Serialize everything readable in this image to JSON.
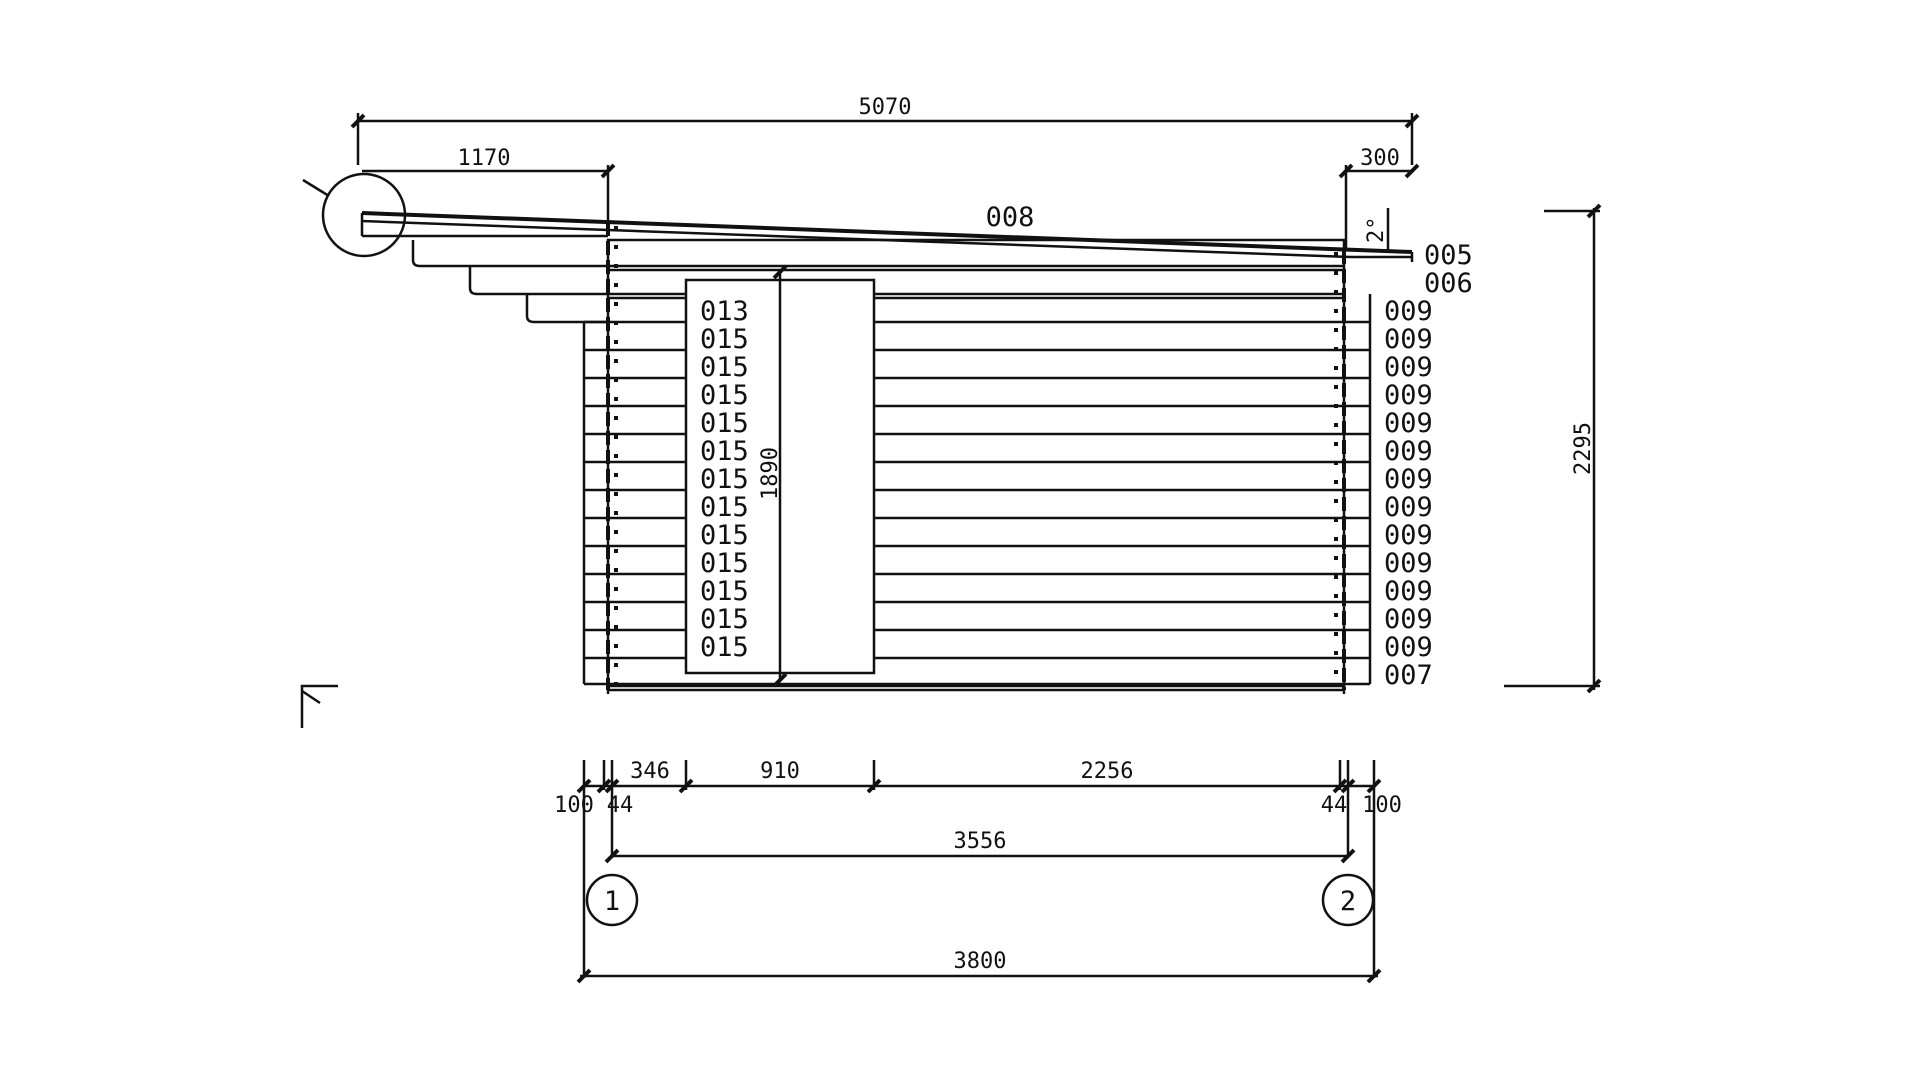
{
  "dimensions": {
    "overall_roof": "5070",
    "left_overhang": "1170",
    "right_overhang": "300",
    "roof_pitch": "2°",
    "total_height": "2295",
    "door_height": "1890",
    "seg_346": "346",
    "seg_910": "910",
    "seg_2256": "2256",
    "left_100": "100",
    "left_44": "44",
    "right_44": "44",
    "right_100": "100",
    "axis_span": "3556",
    "overall_width": "3800"
  },
  "labels": {
    "roof": "008",
    "fascia_top": "005",
    "fascia_bottom": "006",
    "bottom_log": "007",
    "door_top": "013"
  },
  "right_logs": [
    "009",
    "009",
    "009",
    "009",
    "009",
    "009",
    "009",
    "009",
    "009",
    "009",
    "009",
    "009",
    "009"
  ],
  "door_logs": [
    "015",
    "015",
    "015",
    "015",
    "015",
    "015",
    "015",
    "015",
    "015",
    "015",
    "015",
    "015"
  ],
  "axes": {
    "axis_1": "1",
    "axis_2": "2"
  }
}
